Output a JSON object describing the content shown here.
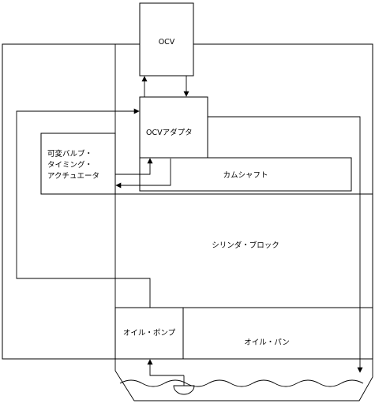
{
  "nodes": {
    "ocv": "OCV",
    "ocv_adapter": "OCVアダプタ",
    "vvt_line1": "可変バルブ・",
    "vvt_line2": "タイミング・",
    "vvt_line3": "アクチュエータ",
    "camshaft": "カムシャフト",
    "cylinder_block": "シリンダ・ブロック",
    "oil_pump": "オイル・ポンプ",
    "oil_pan": "オイル・パン"
  }
}
